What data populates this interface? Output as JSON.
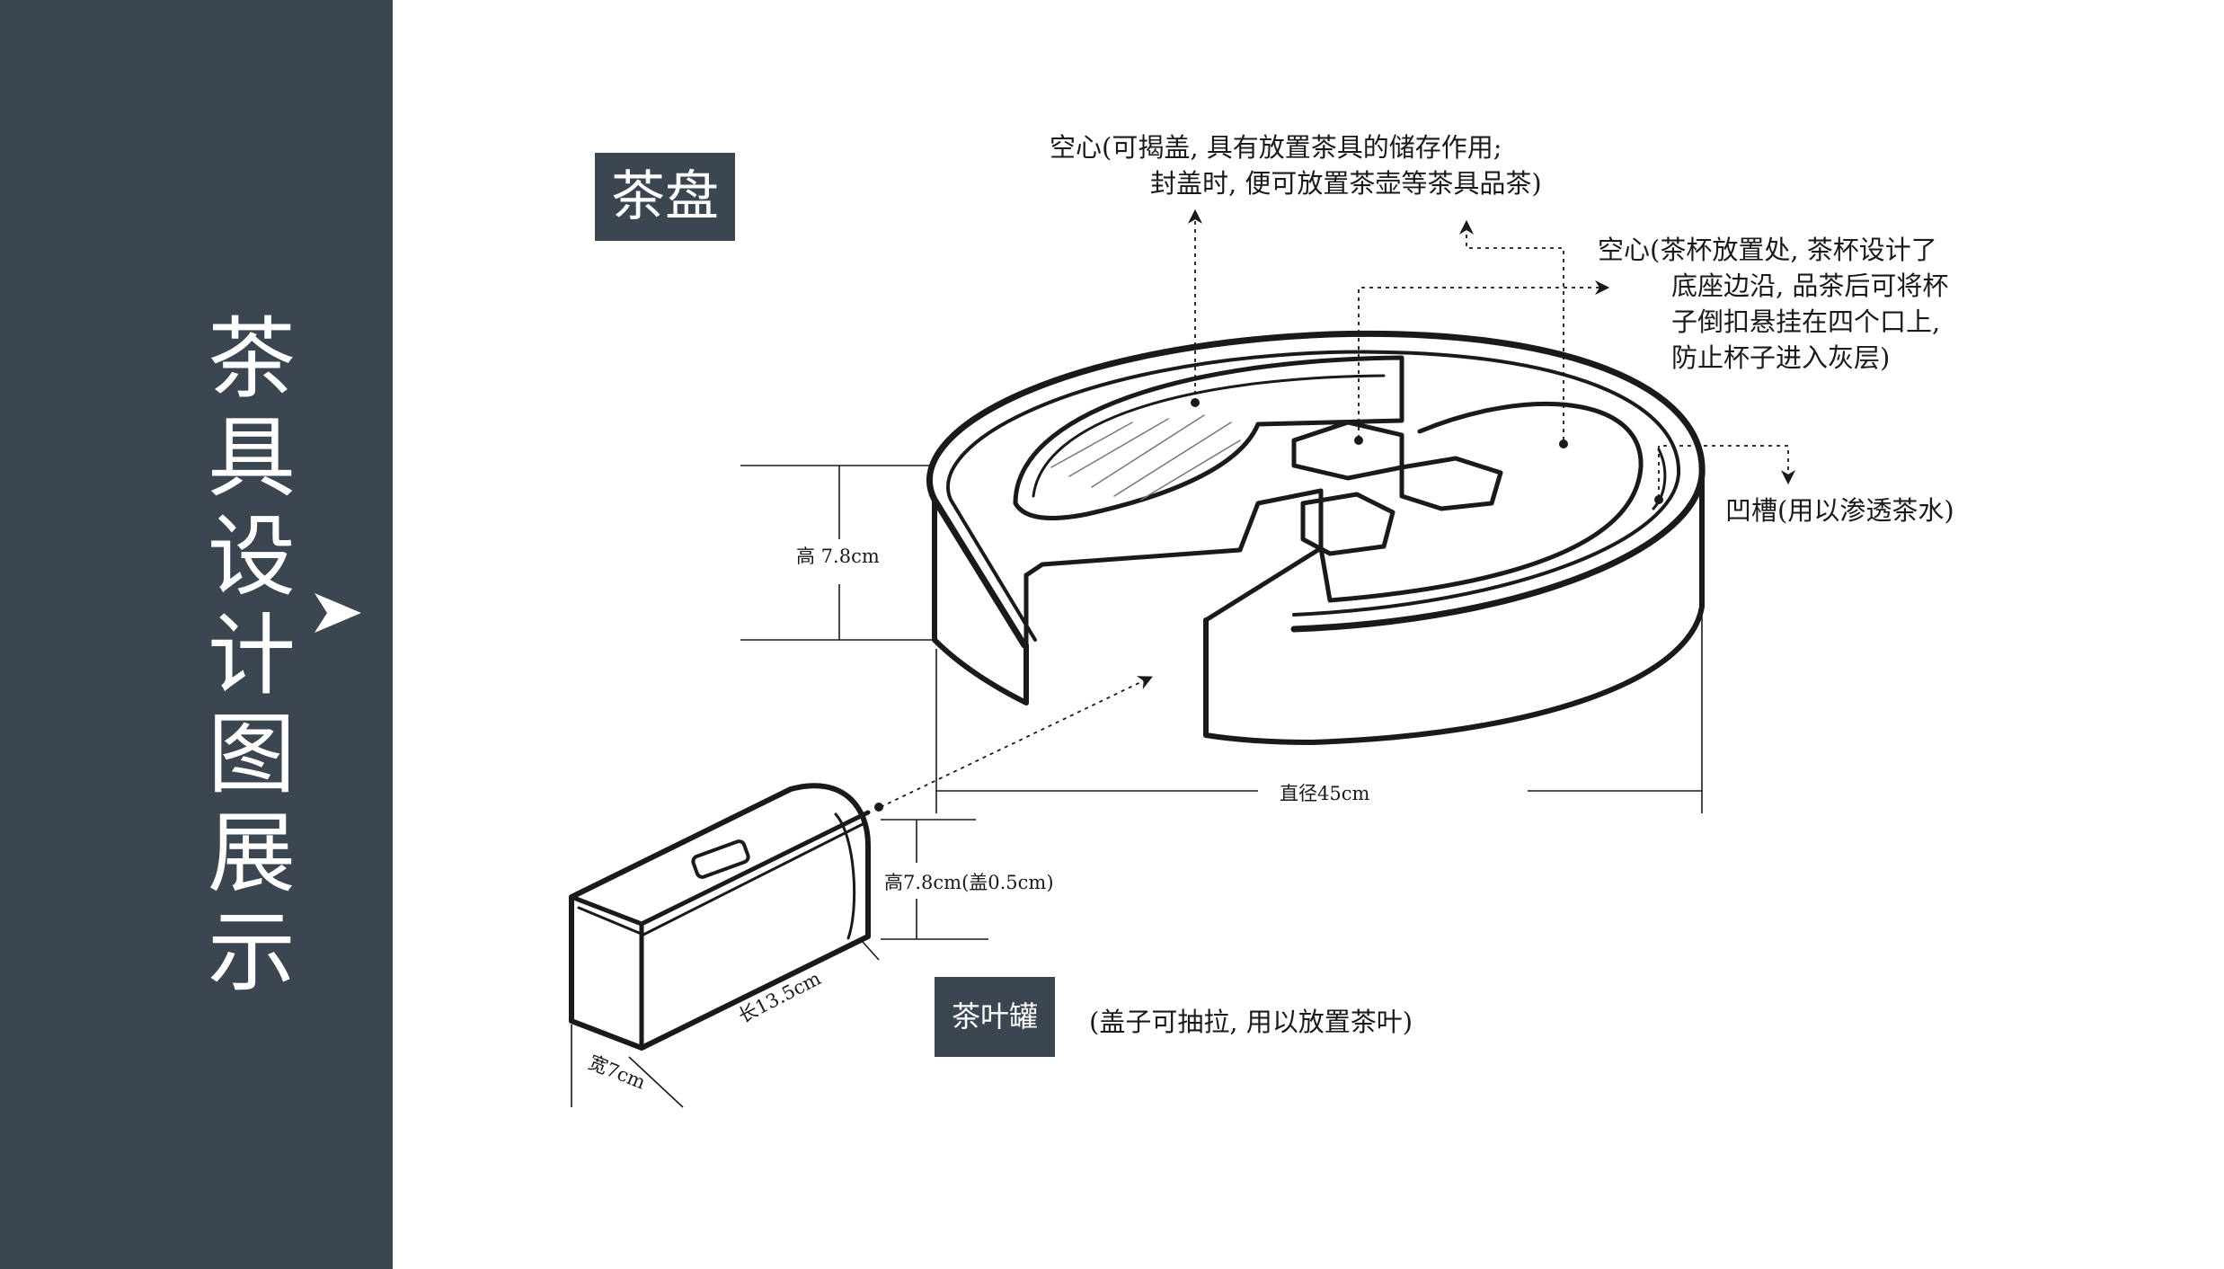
{
  "sidebar": {
    "title_chars": [
      "茶",
      "具",
      "设",
      "计",
      "图",
      "展",
      "示"
    ],
    "arrow_icon": "play-arrow-icon",
    "background": "#3b4650"
  },
  "tray": {
    "tag": "茶盘",
    "note_storage": [
      "空心(可揭盖, 具有放置茶具的储存作用;",
      "封盖时, 便可放置茶壶等茶具品茶)"
    ],
    "note_cup": [
      "空心(茶杯放置处, 茶杯设计了",
      "底座边沿, 品茶后可将杯",
      "子倒扣悬挂在四个口上,",
      "防止杯子进入灰层)"
    ],
    "note_groove": "凹槽(用以渗透茶水)",
    "dim_height": "高 7.8cm",
    "dim_diameter": "直径45cm"
  },
  "jar": {
    "tag": "茶叶罐",
    "note": "(盖子可抽拉, 用以放置茶叶)",
    "dim_height": "高7.8cm(盖0.5cm)",
    "dim_length": "长13.5cm",
    "dim_width": "宽7cm"
  },
  "colors": {
    "accent": "#3b4650",
    "ink": "#1a1a1a"
  }
}
